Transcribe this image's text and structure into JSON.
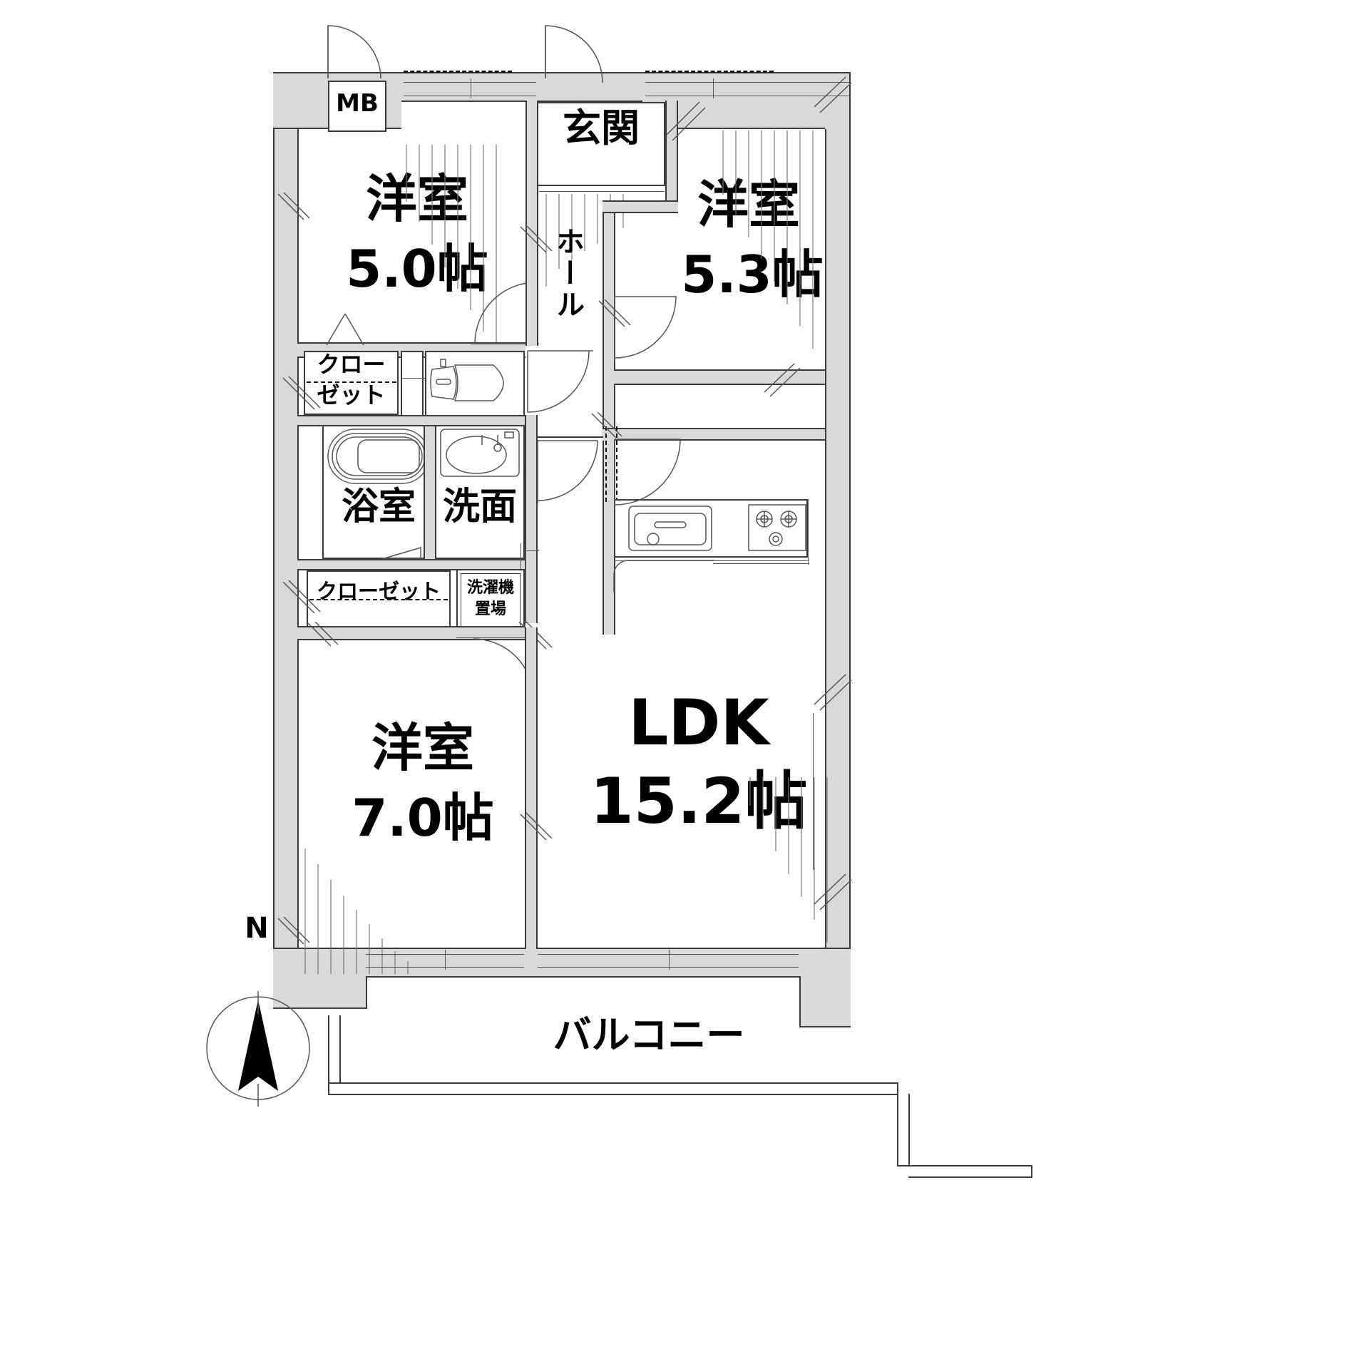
{
  "plan": {
    "type": "japanese-apartment-floor-plan",
    "layout_code": "3LDK",
    "rooms": [
      {
        "id": "mb",
        "label": "MB",
        "size": null,
        "kind": "meter-box"
      },
      {
        "id": "washitsu_5_0",
        "label": "洋室",
        "size": "5.0帖",
        "kind": "western-room"
      },
      {
        "id": "genkan",
        "label": "玄関",
        "size": null,
        "kind": "entrance"
      },
      {
        "id": "hall",
        "label": "ホール",
        "size": null,
        "kind": "hall"
      },
      {
        "id": "washitsu_5_3",
        "label": "洋室",
        "size": "5.3帖",
        "kind": "western-room"
      },
      {
        "id": "closet_upper",
        "label": "クローゼット",
        "size": null,
        "kind": "closet"
      },
      {
        "id": "yokushitsu",
        "label": "浴室",
        "size": null,
        "kind": "bathroom"
      },
      {
        "id": "senmen",
        "label": "洗面",
        "size": null,
        "kind": "washroom"
      },
      {
        "id": "closet_lower",
        "label": "クローゼット",
        "size": null,
        "kind": "closet"
      },
      {
        "id": "sentakuki",
        "label": "洗濯機置場",
        "size": null,
        "kind": "laundry"
      },
      {
        "id": "washitsu_7_0",
        "label": "洋室",
        "size": "7.0帖",
        "kind": "western-room"
      },
      {
        "id": "ldk",
        "label": "LDK",
        "size": "15.2帖",
        "kind": "living-dining-kitchen"
      },
      {
        "id": "balcony",
        "label": "バルコニー",
        "size": null,
        "kind": "balcony"
      }
    ],
    "labels": {
      "mb": "MB",
      "room_a_name": "洋室",
      "room_a_area": "5.0帖",
      "genkan": "玄関",
      "hall": "ホール",
      "room_b_name": "洋室",
      "room_b_area": "5.3帖",
      "closet_top_line1": "クロー",
      "closet_top_line2": "ゼット",
      "bath": "浴室",
      "washbasin": "洗面",
      "closet_bottom": "クローゼット",
      "laundry_line1": "洗濯機",
      "laundry_line2": "置場",
      "room_c_name": "洋室",
      "room_c_area": "7.0帖",
      "ldk_name": "LDK",
      "ldk_area": "15.2帖",
      "balcony": "バルコニー",
      "compass_north": "N"
    },
    "fixtures": [
      {
        "name": "toilet-icon",
        "room": "toilet"
      },
      {
        "name": "bathtub-icon",
        "room": "yokushitsu"
      },
      {
        "name": "washbasin-icon",
        "room": "senmen"
      },
      {
        "name": "kitchen-sink-icon",
        "room": "ldk"
      },
      {
        "name": "gas-stove-icon",
        "room": "ldk"
      },
      {
        "name": "compass-icon",
        "room": "exterior"
      }
    ],
    "colors": {
      "wall_fill": "#d9d9d9",
      "wall_stroke": "#3a3a3a",
      "room_fill": "#ffffff",
      "text": "#000000",
      "background": "#ffffff"
    }
  }
}
